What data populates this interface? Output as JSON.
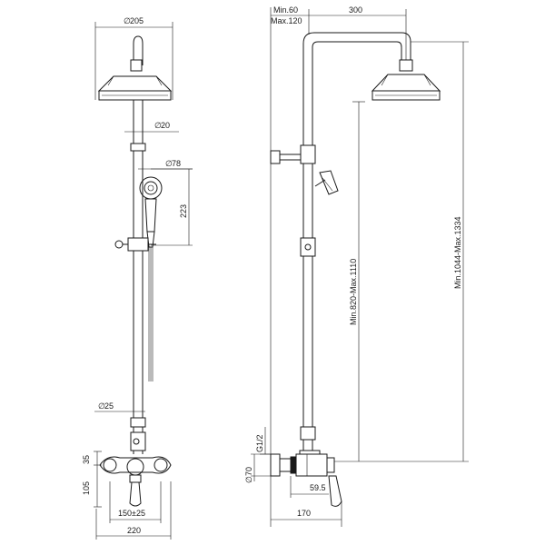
{
  "front_view": {
    "head_diameter": "205",
    "column_diameter": "20",
    "hand_shower_diameter": "78",
    "holder_height": "223",
    "pipe_diameter": "25",
    "offset_top": "35",
    "offset_bottom": "105",
    "centers": "150±25",
    "overall_width": "220"
  },
  "side_view": {
    "wall_min_max_1": "Min.60",
    "wall_min_max_2": "Max.120",
    "arm_length": "300",
    "height_overall": "Min.1044-Max.1334",
    "height_head": "Min.820-Max.1110",
    "thread": "G1/2",
    "cover_diameter": "70",
    "depth_mixer": "59.5",
    "depth_overall": "170"
  }
}
